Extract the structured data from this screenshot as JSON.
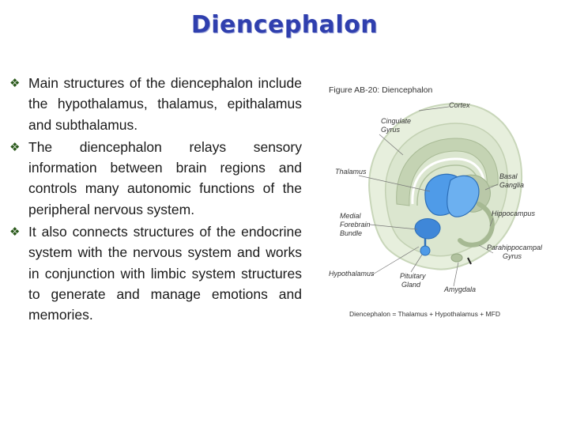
{
  "slide": {
    "title": "Diencephalon",
    "bullets": [
      "Main structures of the diencephalon include the hypothalamus, thalamus, epithalamus and subthalamus.",
      "The diencephalon relays sensory information between brain regions and controls many autonomic functions of the peripheral nervous system.",
      "It also connects structures of the endocrine system with the nervous system and works in conjunction with limbic system structures to generate and manage emotions and memories."
    ]
  },
  "figure": {
    "title": "Figure AB-20: Diencephalon",
    "labels": {
      "cortex": "Cortex",
      "cingulate_1": "Cingulate",
      "cingulate_2": "Gyrus",
      "thalamus": "Thalamus",
      "basal_1": "Basal",
      "basal_2": "Ganglia",
      "hippocampus": "Hippocampus",
      "mfb_1": "Medial",
      "mfb_2": "Forebrain",
      "mfb_3": "Bundle",
      "parahippo_1": "Parahippocampal",
      "parahippo_2": "Gyrus",
      "hypothalamus": "Hypothalamus",
      "pituitary_1": "Pituitary",
      "pituitary_2": "Gland",
      "amygdala": "Amygdala"
    },
    "caption": "Diencephalon = Thalamus + Hypothalamus + MFD"
  },
  "colors": {
    "title": "#2f3fae",
    "bullet": "#2b5a1c",
    "brain_outer": "#e7efdd",
    "brain_mid": "#cfdcc0",
    "limbic": "#b9c8a8",
    "thalamus": "#4f9be8"
  },
  "icons": {
    "bullet": "diamond-bullet-icon"
  }
}
